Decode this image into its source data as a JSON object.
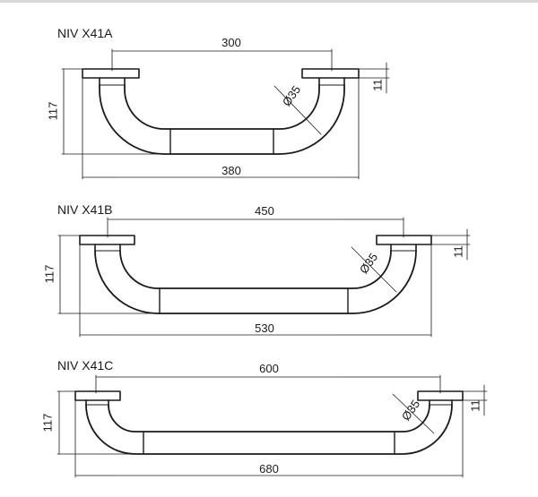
{
  "models": [
    {
      "name": "NIV X41A",
      "mount_width": "300",
      "overall_length": "380",
      "height": "117",
      "tube_diameter": "Ø35",
      "flange_thickness": "11"
    },
    {
      "name": "NIV X41B",
      "mount_width": "450",
      "overall_length": "530",
      "height": "117",
      "tube_diameter": "Ø35",
      "flange_thickness": "11"
    },
    {
      "name": "NIV X41C",
      "mount_width": "600",
      "overall_length": "680",
      "height": "117",
      "tube_diameter": "Ø35",
      "flange_thickness": "11"
    }
  ]
}
